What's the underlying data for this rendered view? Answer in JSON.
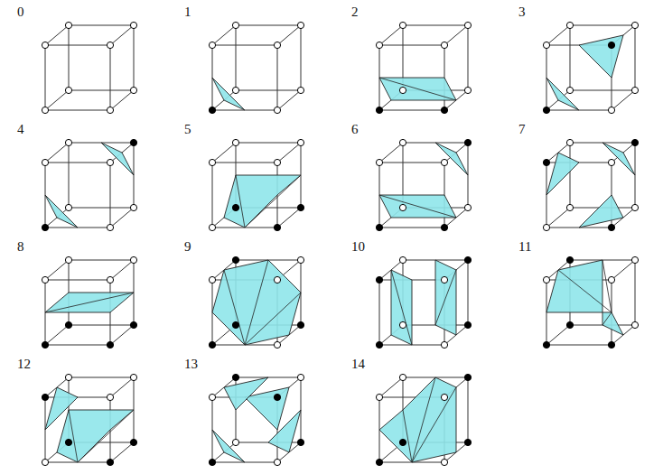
{
  "diagram": {
    "labels": [
      "0",
      "1",
      "2",
      "3",
      "4",
      "5",
      "6",
      "7",
      "8",
      "9",
      "10",
      "11",
      "12",
      "13",
      "14"
    ]
  }
}
